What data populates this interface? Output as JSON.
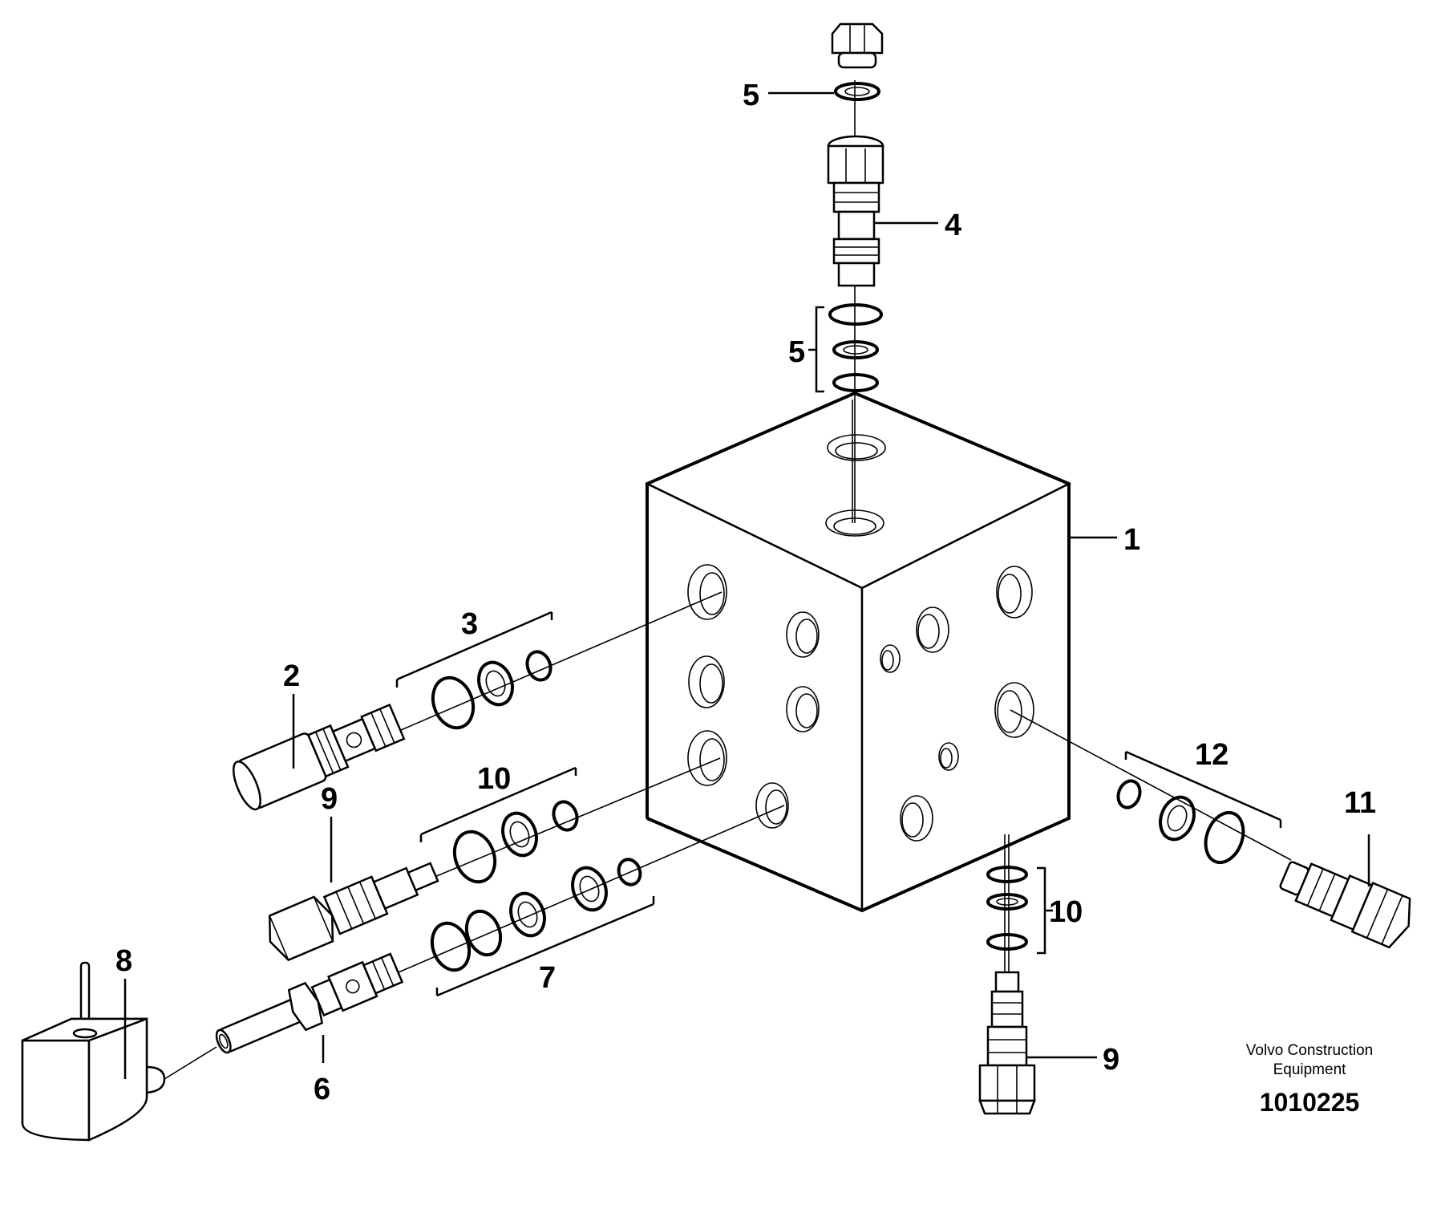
{
  "labels": {
    "l1": "1",
    "l2": "2",
    "l3": "3",
    "l4": "4",
    "l5a": "5",
    "l5b": "5",
    "l6": "6",
    "l7": "7",
    "l8": "8",
    "l9a": "9",
    "l9b": "9",
    "l10a": "10",
    "l10b": "10",
    "l11": "11",
    "l12": "12"
  },
  "caption": {
    "line1": "Volvo Construction",
    "line2": "Equipment",
    "number": "1010225"
  }
}
